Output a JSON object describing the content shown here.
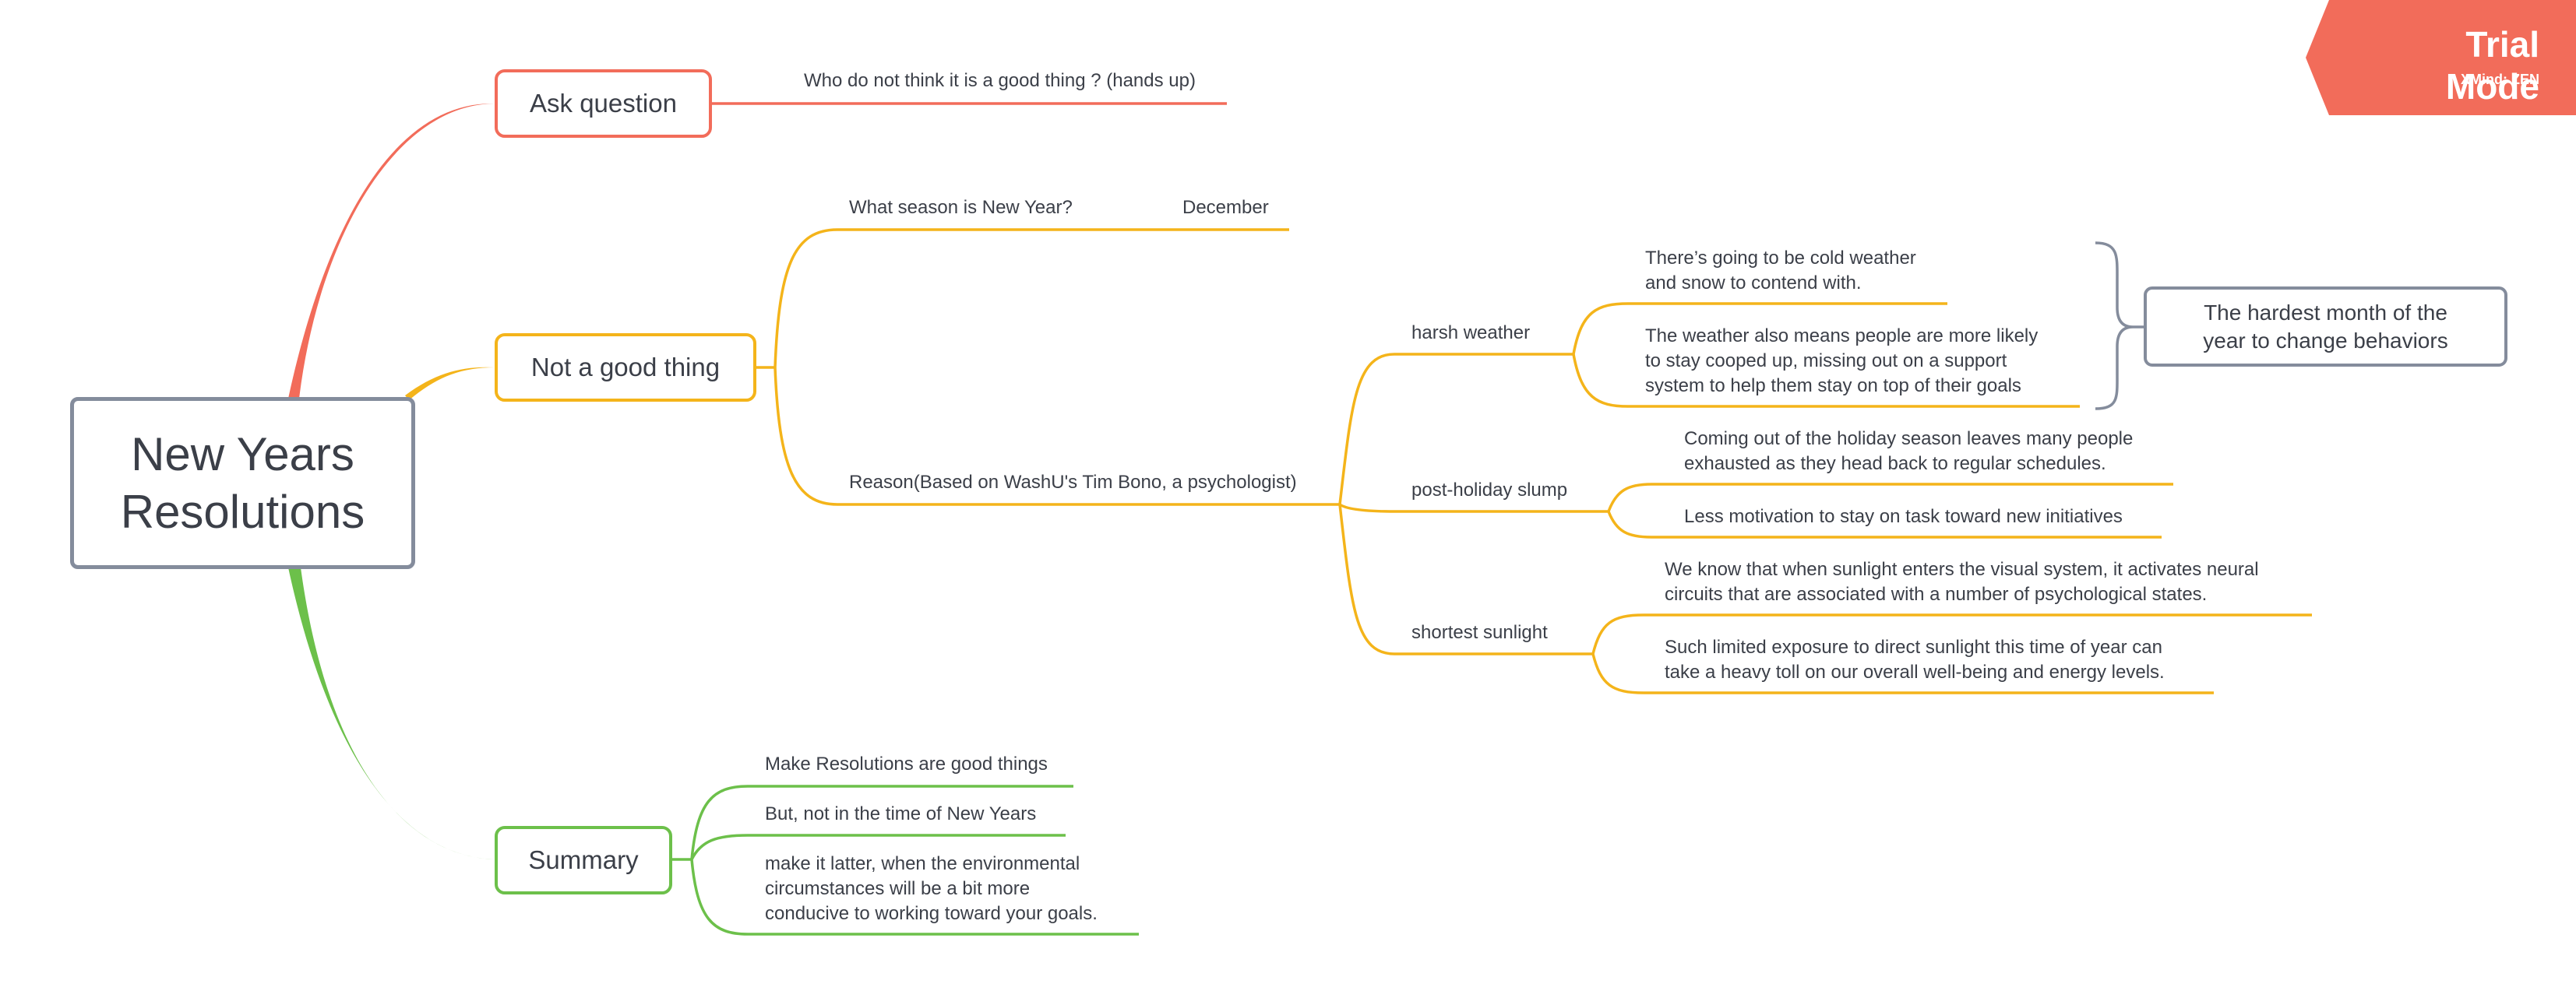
{
  "colors": {
    "ask": "#f26c5a",
    "not": "#f4b41a",
    "summary": "#6cc04a",
    "root": "#848c9c",
    "trial": "#f26c5a"
  },
  "watermark": {
    "title": "Trial Mode",
    "brand": "XMind: ZEN"
  },
  "root": {
    "line1": "New Years",
    "line2": "Resolutions"
  },
  "ask_question": {
    "title": "Ask question",
    "items": [
      "Who do not think it is a good thing ? (hands up)"
    ]
  },
  "not_good": {
    "title": "Not a good thing",
    "season_q": "What season is New Year?",
    "season_a": "December",
    "reason": "Reason(Based on WashU's Tim Bono, a psychologist)",
    "harsh": {
      "label": "harsh weather",
      "d1": [
        "There’s going to be cold weather",
        "and snow to contend with."
      ],
      "d2": [
        "The weather also means people are more likely",
        "to stay cooped up, missing out on a support",
        "system to help them stay on top of their goals"
      ]
    },
    "slump": {
      "label": "post-holiday slump",
      "d1": [
        "Coming out of the holiday season leaves many people",
        "exhausted as they head back to regular schedules."
      ],
      "d2": [
        "Less motivation to stay on task toward new initiatives"
      ]
    },
    "sunlight": {
      "label": "shortest sunlight",
      "d1": [
        "We know that when sunlight enters the visual system, it activates neural",
        "circuits that are associated with a number of psychological states."
      ],
      "d2": [
        "Such limited exposure to direct sunlight this time of year can",
        "take a heavy toll on our overall well-being and energy levels."
      ]
    },
    "summary_box": {
      "line1": "The hardest month of the",
      "line2": "year to change behaviors"
    }
  },
  "summary": {
    "title": "Summary",
    "i1": [
      "Make Resolutions are good things"
    ],
    "i2": [
      "But, not in the time of New Years"
    ],
    "i3": [
      "make it latter, when the environmental",
      "circumstances will be a bit more",
      "conducive to working toward your goals."
    ]
  }
}
